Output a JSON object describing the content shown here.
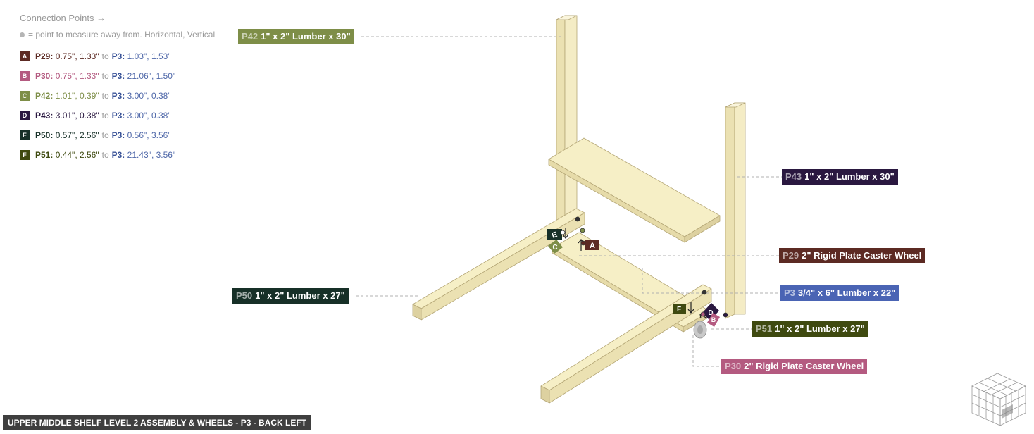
{
  "panel": {
    "title": "Connection Points →",
    "note": "= point to measure away from. Horizontal, Vertical",
    "to_word": "to",
    "rows": [
      {
        "letter": "A",
        "color": "#5c2a23",
        "part": "P29:",
        "part_coords": "0.75\", 1.33\"",
        "target": "P3:",
        "target_coords": "1.03\", 1.53\""
      },
      {
        "letter": "B",
        "color": "#b45a80",
        "part": "P30:",
        "part_coords": "0.75\", 1.33\"",
        "target": "P3:",
        "target_coords": "21.06\", 1.50\""
      },
      {
        "letter": "C",
        "color": "#7e8e48",
        "part": "P42:",
        "part_coords": "1.01\", 0.39\"",
        "target": "P3:",
        "target_coords": "3.00\", 0.38\""
      },
      {
        "letter": "D",
        "color": "#2a1840",
        "part": "P43:",
        "part_coords": "3.01\", 0.38\"",
        "target": "P3:",
        "target_coords": "3.00\", 0.38\""
      },
      {
        "letter": "E",
        "color": "#173028",
        "part": "P50:",
        "part_coords": "0.57\", 2.56\"",
        "target": "P3:",
        "target_coords": "0.56\", 3.56\""
      },
      {
        "letter": "F",
        "color": "#3f4a10",
        "part": "P51:",
        "part_coords": "0.44\", 2.56\"",
        "target": "P3:",
        "target_coords": "21.43\", 3.56\""
      }
    ]
  },
  "labels": {
    "p42": {
      "num": "P42",
      "name": "1\" x 2\" Lumber x 30\"",
      "color": "#7e8e48"
    },
    "p43": {
      "num": "P43",
      "name": "1\" x 2\" Lumber x 30\"",
      "color": "#2a1840"
    },
    "p29": {
      "num": "P29",
      "name": "2\" Rigid Plate Caster Wheel",
      "color": "#5c2a23"
    },
    "p3": {
      "num": "P3",
      "name": "3/4\" x 6\" Lumber x 22\"",
      "color": "#4a64b4"
    },
    "p50": {
      "num": "P50",
      "name": "1\" x 2\" Lumber x 27\"",
      "color": "#173028"
    },
    "p51": {
      "num": "P51",
      "name": "1\" x 2\" Lumber x 27\"",
      "color": "#3f4a10"
    },
    "p30": {
      "num": "P30",
      "name": "2\" Rigid Plate Caster Wheel",
      "color": "#b45a80"
    }
  },
  "markers": {
    "a": "A",
    "b": "B",
    "c": "C",
    "d": "D",
    "e": "E",
    "f": "F"
  },
  "footer": "UPPER MIDDLE SHELF LEVEL 2 ASSEMBLY & WHEELS - P3 - BACK LEFT",
  "colors": {
    "wood_top": "#f6efc6",
    "wood_side": "#e8ddae",
    "wood_edge": "#b4a676",
    "leader": "#b0b0b0"
  }
}
